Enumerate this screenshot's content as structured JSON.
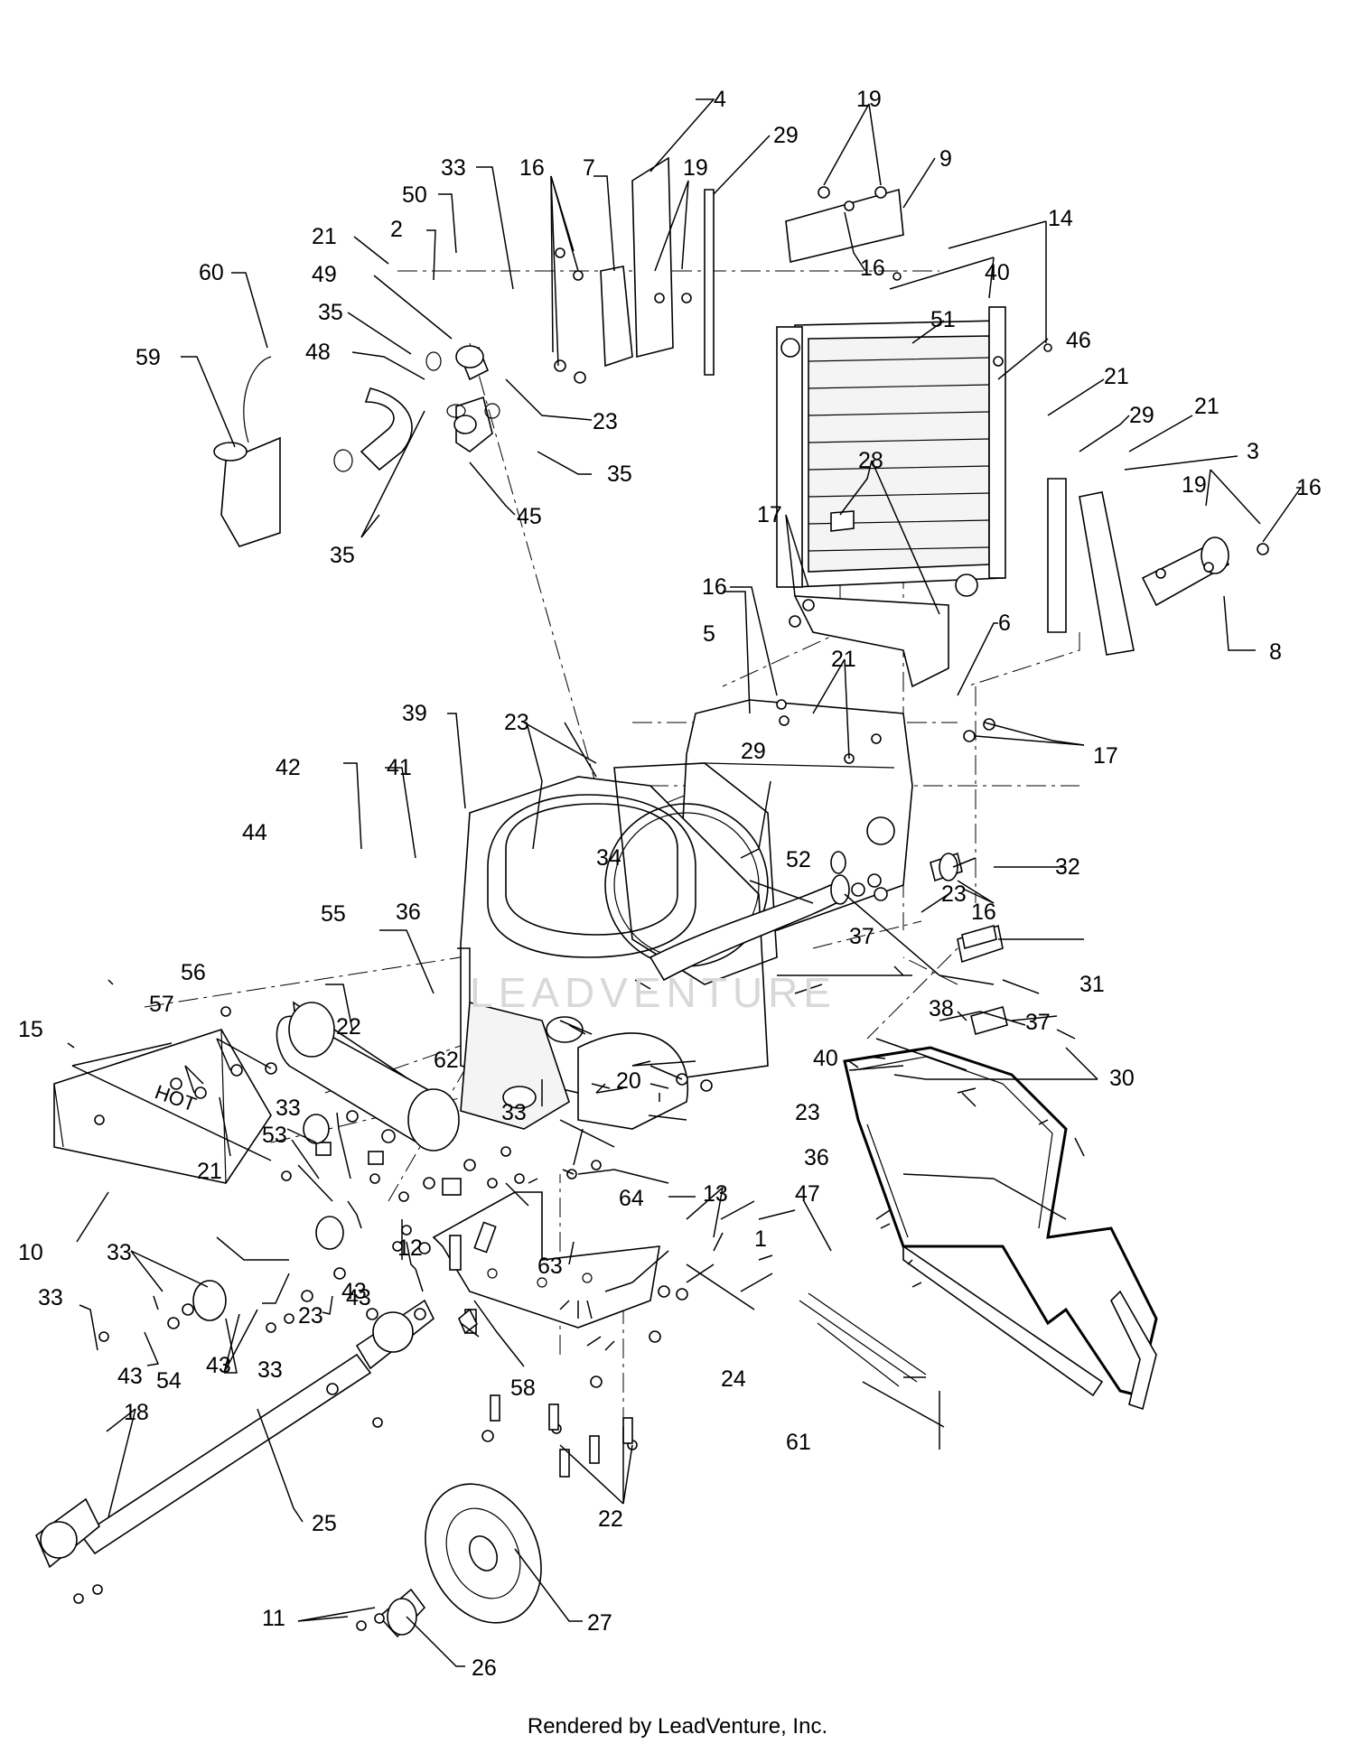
{
  "footer_text": "Rendered by LeadVenture, Inc.",
  "watermark_text": "LEADVENTURE",
  "stencil_text": "HOT",
  "callouts": [
    {
      "id": "c60",
      "label": "60"
    },
    {
      "id": "c59",
      "label": "59"
    },
    {
      "id": "c21a",
      "label": "21"
    },
    {
      "id": "c2",
      "label": "2"
    },
    {
      "id": "c50",
      "label": "50"
    },
    {
      "id": "c33a",
      "label": "33"
    },
    {
      "id": "c49",
      "label": "49"
    },
    {
      "id": "c35a",
      "label": "35"
    },
    {
      "id": "c48",
      "label": "48"
    },
    {
      "id": "c23a",
      "label": "23"
    },
    {
      "id": "c35b",
      "label": "35"
    },
    {
      "id": "c45",
      "label": "45"
    },
    {
      "id": "c35c",
      "label": "35"
    },
    {
      "id": "c16a",
      "label": "16"
    },
    {
      "id": "c7",
      "label": "7"
    },
    {
      "id": "c4",
      "label": "4"
    },
    {
      "id": "c19a",
      "label": "19"
    },
    {
      "id": "c29a",
      "label": "29"
    },
    {
      "id": "c19b",
      "label": "19"
    },
    {
      "id": "c9",
      "label": "9"
    },
    {
      "id": "c16b",
      "label": "16"
    },
    {
      "id": "c14",
      "label": "14"
    },
    {
      "id": "c40a",
      "label": "40"
    },
    {
      "id": "c51",
      "label": "51"
    },
    {
      "id": "c46",
      "label": "46"
    },
    {
      "id": "c21b",
      "label": "21"
    },
    {
      "id": "c29b",
      "label": "29"
    },
    {
      "id": "c21c",
      "label": "21"
    },
    {
      "id": "c3",
      "label": "3"
    },
    {
      "id": "c19c",
      "label": "19"
    },
    {
      "id": "c16c",
      "label": "16"
    },
    {
      "id": "c8",
      "label": "8"
    },
    {
      "id": "c28",
      "label": "28"
    },
    {
      "id": "c17a",
      "label": "17"
    },
    {
      "id": "c16d",
      "label": "16"
    },
    {
      "id": "c6",
      "label": "6"
    },
    {
      "id": "c5",
      "label": "5"
    },
    {
      "id": "c21d",
      "label": "21"
    },
    {
      "id": "c17b",
      "label": "17"
    },
    {
      "id": "c39",
      "label": "39"
    },
    {
      "id": "c23b",
      "label": "23"
    },
    {
      "id": "c42",
      "label": "42"
    },
    {
      "id": "c41",
      "label": "41"
    },
    {
      "id": "c29c",
      "label": "29"
    },
    {
      "id": "c32",
      "label": "32"
    },
    {
      "id": "c23c",
      "label": "23"
    },
    {
      "id": "c34",
      "label": "34"
    },
    {
      "id": "c52",
      "label": "52"
    },
    {
      "id": "c16e",
      "label": "16"
    },
    {
      "id": "c44",
      "label": "44"
    },
    {
      "id": "c55",
      "label": "55"
    },
    {
      "id": "c36a",
      "label": "36"
    },
    {
      "id": "c37a",
      "label": "37"
    },
    {
      "id": "c31",
      "label": "31"
    },
    {
      "id": "c38",
      "label": "38"
    },
    {
      "id": "c37b",
      "label": "37"
    },
    {
      "id": "c56",
      "label": "56"
    },
    {
      "id": "c15",
      "label": "15"
    },
    {
      "id": "c57",
      "label": "57"
    },
    {
      "id": "c22a",
      "label": "22"
    },
    {
      "id": "c62",
      "label": "62"
    },
    {
      "id": "c40b",
      "label": "40"
    },
    {
      "id": "c30",
      "label": "30"
    },
    {
      "id": "c20",
      "label": "20"
    },
    {
      "id": "c23d",
      "label": "23"
    },
    {
      "id": "c33b",
      "label": "33"
    },
    {
      "id": "c36b",
      "label": "36"
    },
    {
      "id": "c33c",
      "label": "33"
    },
    {
      "id": "c53",
      "label": "53"
    },
    {
      "id": "c21e",
      "label": "21"
    },
    {
      "id": "c47",
      "label": "47"
    },
    {
      "id": "c64",
      "label": "64"
    },
    {
      "id": "c13",
      "label": "13"
    },
    {
      "id": "c10",
      "label": "10"
    },
    {
      "id": "c1",
      "label": "1"
    },
    {
      "id": "c33d",
      "label": "33"
    },
    {
      "id": "c63",
      "label": "63"
    },
    {
      "id": "c43a",
      "label": "43"
    },
    {
      "id": "c12",
      "label": "12"
    },
    {
      "id": "c23e",
      "label": "23"
    },
    {
      "id": "c33e",
      "label": "33"
    },
    {
      "id": "c43b",
      "label": "43"
    },
    {
      "id": "c54",
      "label": "54"
    },
    {
      "id": "c33f",
      "label": "33"
    },
    {
      "id": "c43c",
      "label": "43"
    },
    {
      "id": "c43d",
      "label": "43"
    },
    {
      "id": "c24",
      "label": "24"
    },
    {
      "id": "c58",
      "label": "58"
    },
    {
      "id": "c61",
      "label": "61"
    },
    {
      "id": "c18",
      "label": "18"
    },
    {
      "id": "c25",
      "label": "25"
    },
    {
      "id": "c22b",
      "label": "22"
    },
    {
      "id": "c11",
      "label": "11"
    },
    {
      "id": "c27",
      "label": "27"
    },
    {
      "id": "c26",
      "label": "26"
    }
  ]
}
